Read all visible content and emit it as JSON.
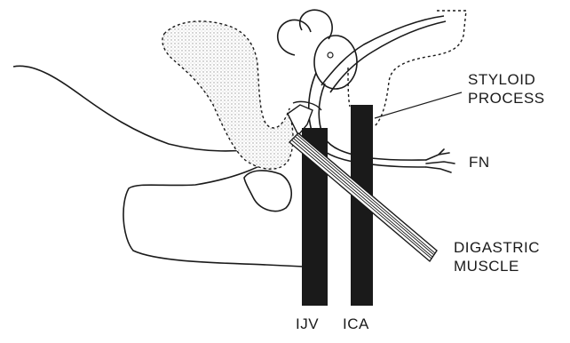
{
  "labels": {
    "styloid_process": [
      "STYLOID",
      "PROCESS"
    ],
    "fn": "FN",
    "digastric_muscle": [
      "DIGASTRIC",
      "MUSCLE"
    ],
    "ijv": "IJV",
    "ica": "ICA"
  },
  "colors": {
    "ink": "#1a1a1a",
    "stipple": "#b9b9b9",
    "background": "#ffffff"
  }
}
